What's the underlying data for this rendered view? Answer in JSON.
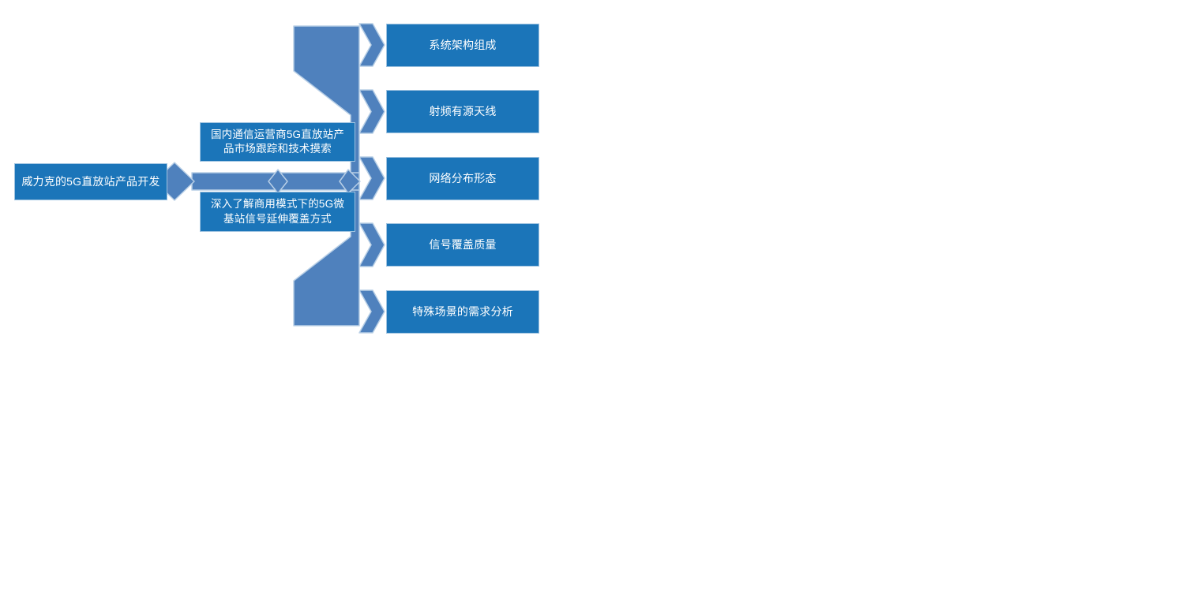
{
  "diagram": {
    "type": "hierarchy-flow",
    "background_color": "#ffffff",
    "colors": {
      "node_fill": "#1b75b9",
      "node_border": "#9fc3e0",
      "connector_fill": "#4f81bd",
      "connector_border": "#b8cfe6",
      "node_text": "#ffffff"
    },
    "root": {
      "label": "威力克的5G直放站产品开发"
    },
    "branches": [
      {
        "label": "国内通信运营商5G直放站产品市场跟踪和技术摸索"
      },
      {
        "label": "深入了解商用模式下的5G微基站信号延伸覆盖方式"
      }
    ],
    "leaves": [
      {
        "label": "系统架构组成"
      },
      {
        "label": "射频有源天线"
      },
      {
        "label": "网络分布形态"
      },
      {
        "label": "信号覆盖质量"
      },
      {
        "label": "特殊场景的需求分析"
      }
    ],
    "connectors": {
      "root_diamond": "diamond-connector",
      "root_bar": "horizontal-bar-connector",
      "mid_diamond": "small-diamond-connector",
      "fan_out": "funnel-connector",
      "arrows": "chevron-arrow"
    }
  }
}
